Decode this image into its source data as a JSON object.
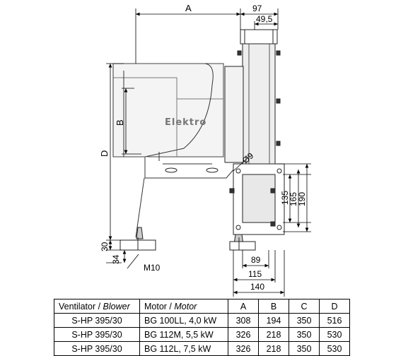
{
  "drawing": {
    "brand_text": "Elektro",
    "dimensions": {
      "A": "A",
      "B": "B",
      "D": "D",
      "w97": "97",
      "w49_5": "49,5",
      "dia9": "Ø9",
      "h135": "135",
      "h165": "165",
      "h190": "190",
      "h30": "30",
      "h34": "34",
      "thread": "M10",
      "w89": "89",
      "w115": "115",
      "w140": "140"
    }
  },
  "table": {
    "headers": {
      "blower": "Ventilator / ",
      "blower_en": "Blower",
      "motor": "Motor / ",
      "motor_en": "Motor",
      "A": "A",
      "B": "B",
      "C": "C",
      "D": "D"
    },
    "rows": [
      {
        "blower": "S-HP 395/30",
        "motor": "BG 100LL, 4,0 kW",
        "A": "308",
        "B": "194",
        "C": "350",
        "D": "516"
      },
      {
        "blower": "S-HP 395/30",
        "motor": "BG 112M, 5,5 kW",
        "A": "326",
        "B": "218",
        "C": "350",
        "D": "530"
      },
      {
        "blower": "S-HP 395/30",
        "motor": "BG 112L, 7,5 kW",
        "A": "326",
        "B": "218",
        "C": "350",
        "D": "530"
      }
    ]
  }
}
